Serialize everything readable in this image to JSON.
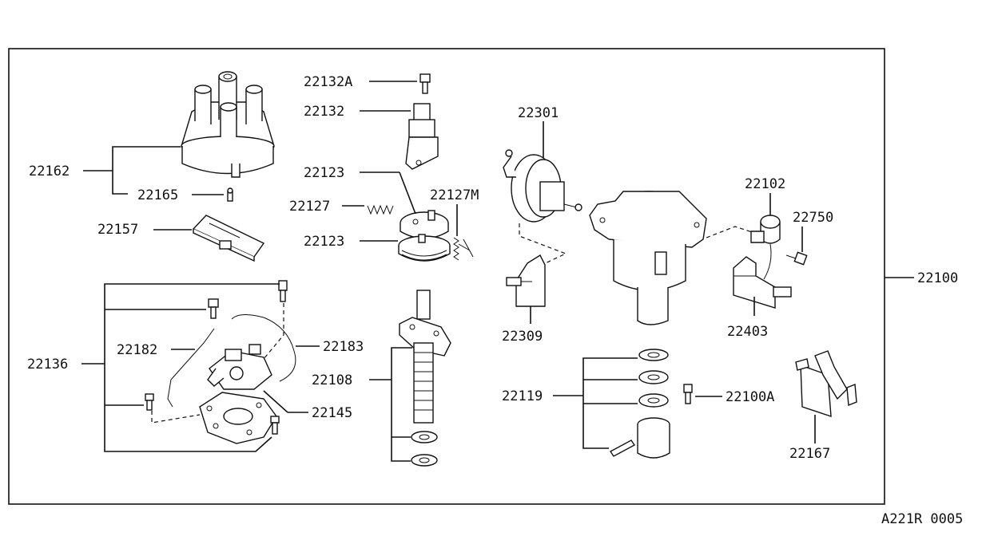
{
  "diagram_code": "A221R 0005",
  "labels": {
    "p22162": "22162",
    "p22165": "22165",
    "p22157": "22157",
    "p22132A": "22132A",
    "p22132": "22132",
    "p22123_top": "22123",
    "p22127": "22127",
    "p22127M": "22127M",
    "p22123_bottom": "22123",
    "p22301": "22301",
    "p22102": "22102",
    "p22750": "22750",
    "p22100": "22100",
    "p22309": "22309",
    "p22403": "22403",
    "p22136": "22136",
    "p22182": "22182",
    "p22183": "22183",
    "p22145": "22145",
    "p22108": "22108",
    "p22119": "22119",
    "p22100A": "22100A",
    "p22167": "22167"
  }
}
